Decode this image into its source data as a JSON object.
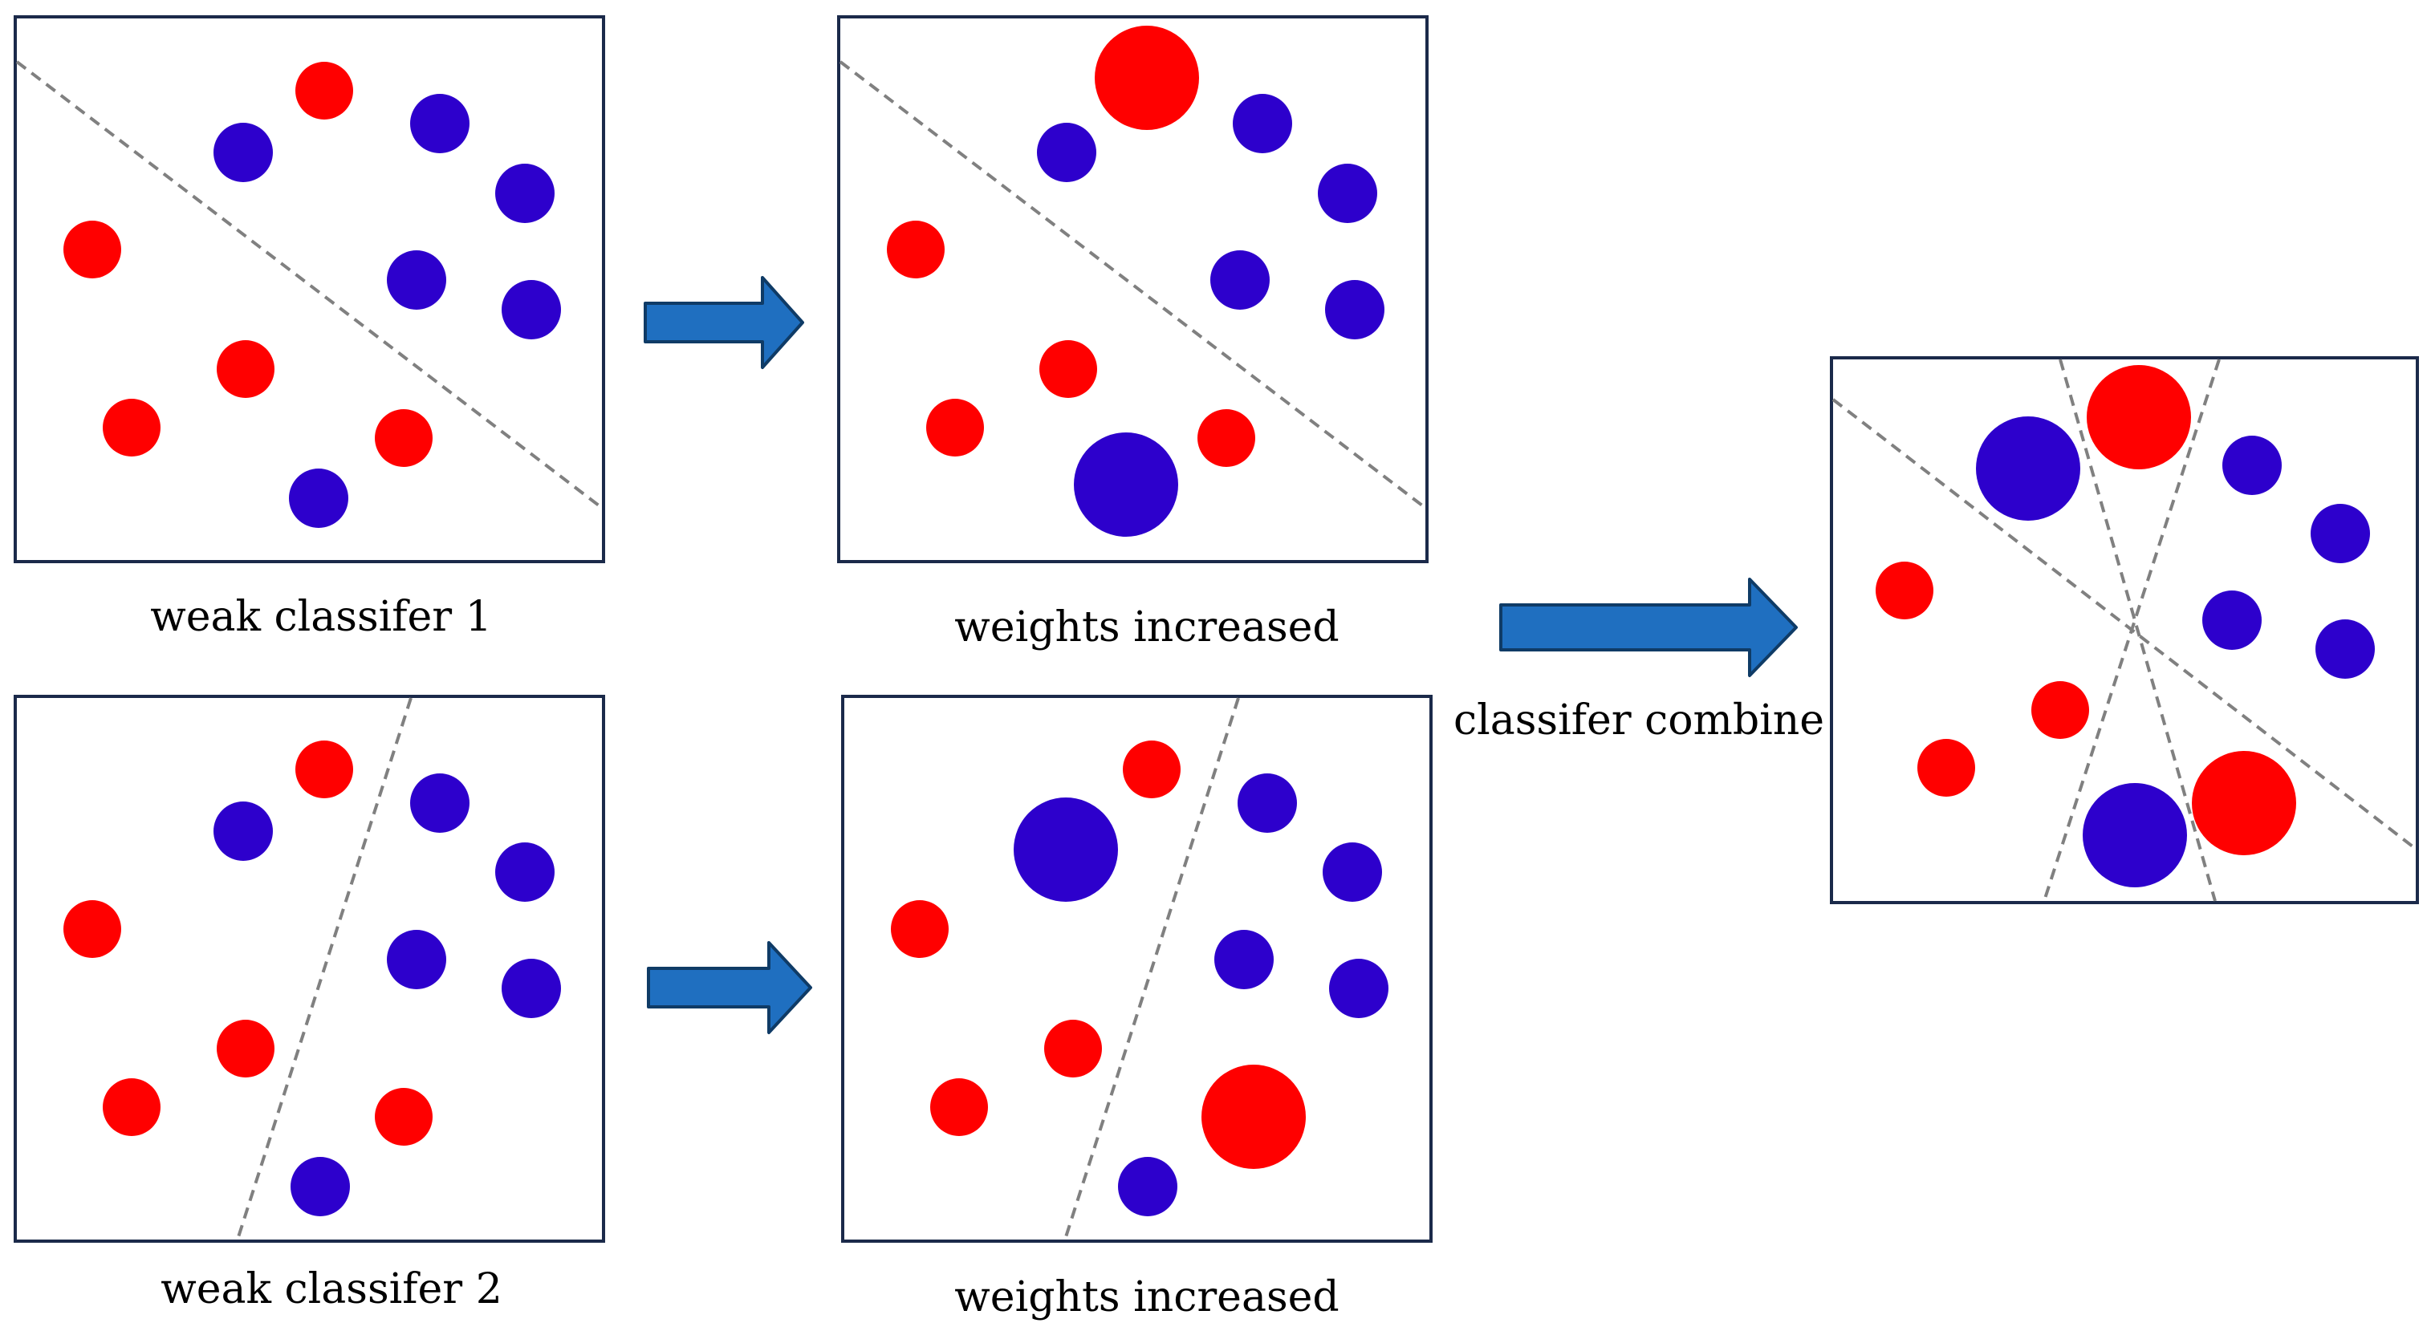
{
  "colors": {
    "red": "#ff0000",
    "blue": "#2d00cc",
    "frame": "#1b2a4a",
    "divider": "#808080",
    "arrow": "#1f6fc0",
    "arrow_stroke": "#0f3b66"
  },
  "captions": {
    "weak1": "weak classifer 1",
    "weights_top": "weights increased",
    "weak2": "weak classifer 2",
    "weights_bottom": "weights increased",
    "combine": "classifer combine"
  }
}
